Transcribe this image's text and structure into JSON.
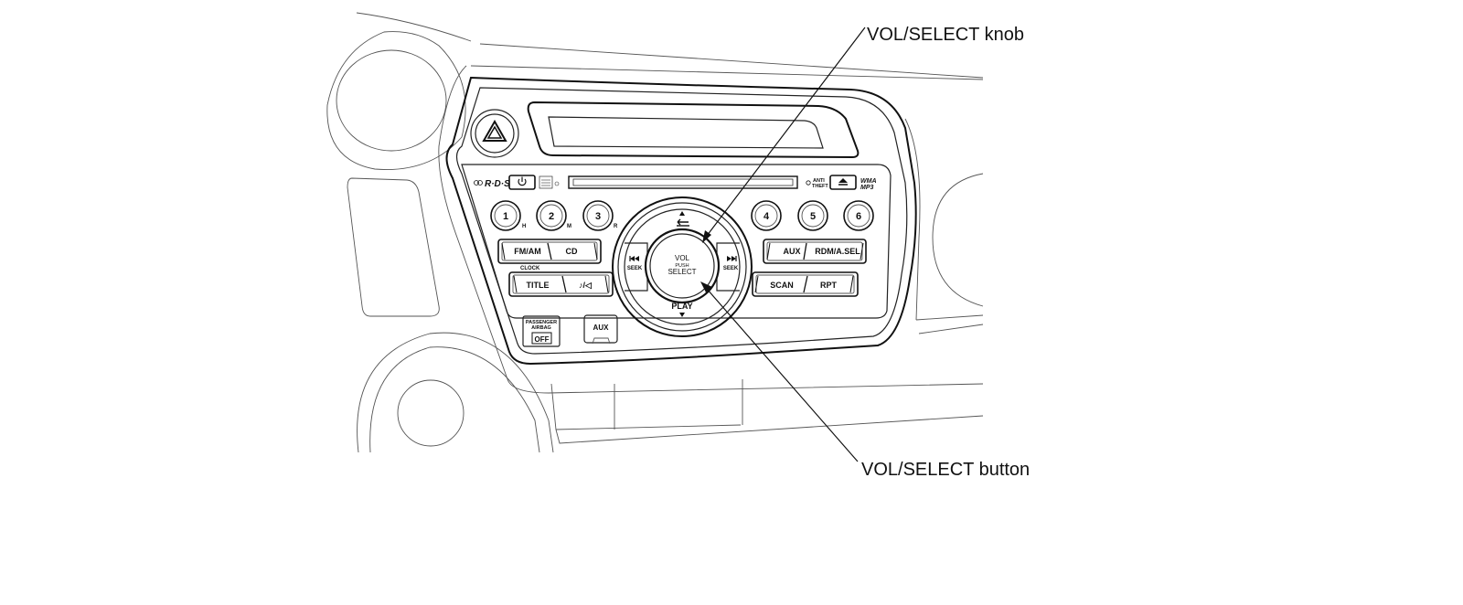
{
  "callouts": {
    "knob": "VOL/SELECT knob",
    "button": "VOL/SELECT button"
  },
  "top_row": {
    "rds": "R·D·S",
    "anti_theft_1": "ANTI",
    "anti_theft_2": "THEFT",
    "wma_1": "WMA",
    "wma_2": "MP3"
  },
  "presets": [
    {
      "num": "1",
      "sub": "H"
    },
    {
      "num": "2",
      "sub": "M"
    },
    {
      "num": "3",
      "sub": "R"
    },
    {
      "num": "4",
      "sub": ""
    },
    {
      "num": "5",
      "sub": ""
    },
    {
      "num": "6",
      "sub": ""
    }
  ],
  "buttons": {
    "fm_am": "FM/AM",
    "cd": "CD",
    "clock": "CLOCK",
    "title": "TITLE",
    "music": "♪/◁",
    "aux": "AUX",
    "rdm": "RDM/A.SEL",
    "scan": "SCAN",
    "rpt": "RPT",
    "seek_left": "SEEK",
    "seek_right": "SEEK",
    "play": "PLAY",
    "aux_jack": "AUX"
  },
  "knob": {
    "line1": "VOL",
    "line2": "PUSH",
    "line3": "SELECT"
  },
  "airbag": {
    "line1": "PASSENGER",
    "line2": "AIRBAG",
    "line3": "OFF"
  },
  "icons": [
    "hazard-triangle-icon",
    "power-icon",
    "eject-icon",
    "back-arrow-icon",
    "seek-prev-icon",
    "seek-next-icon",
    "arrow-up-icon",
    "arrow-down-icon"
  ]
}
